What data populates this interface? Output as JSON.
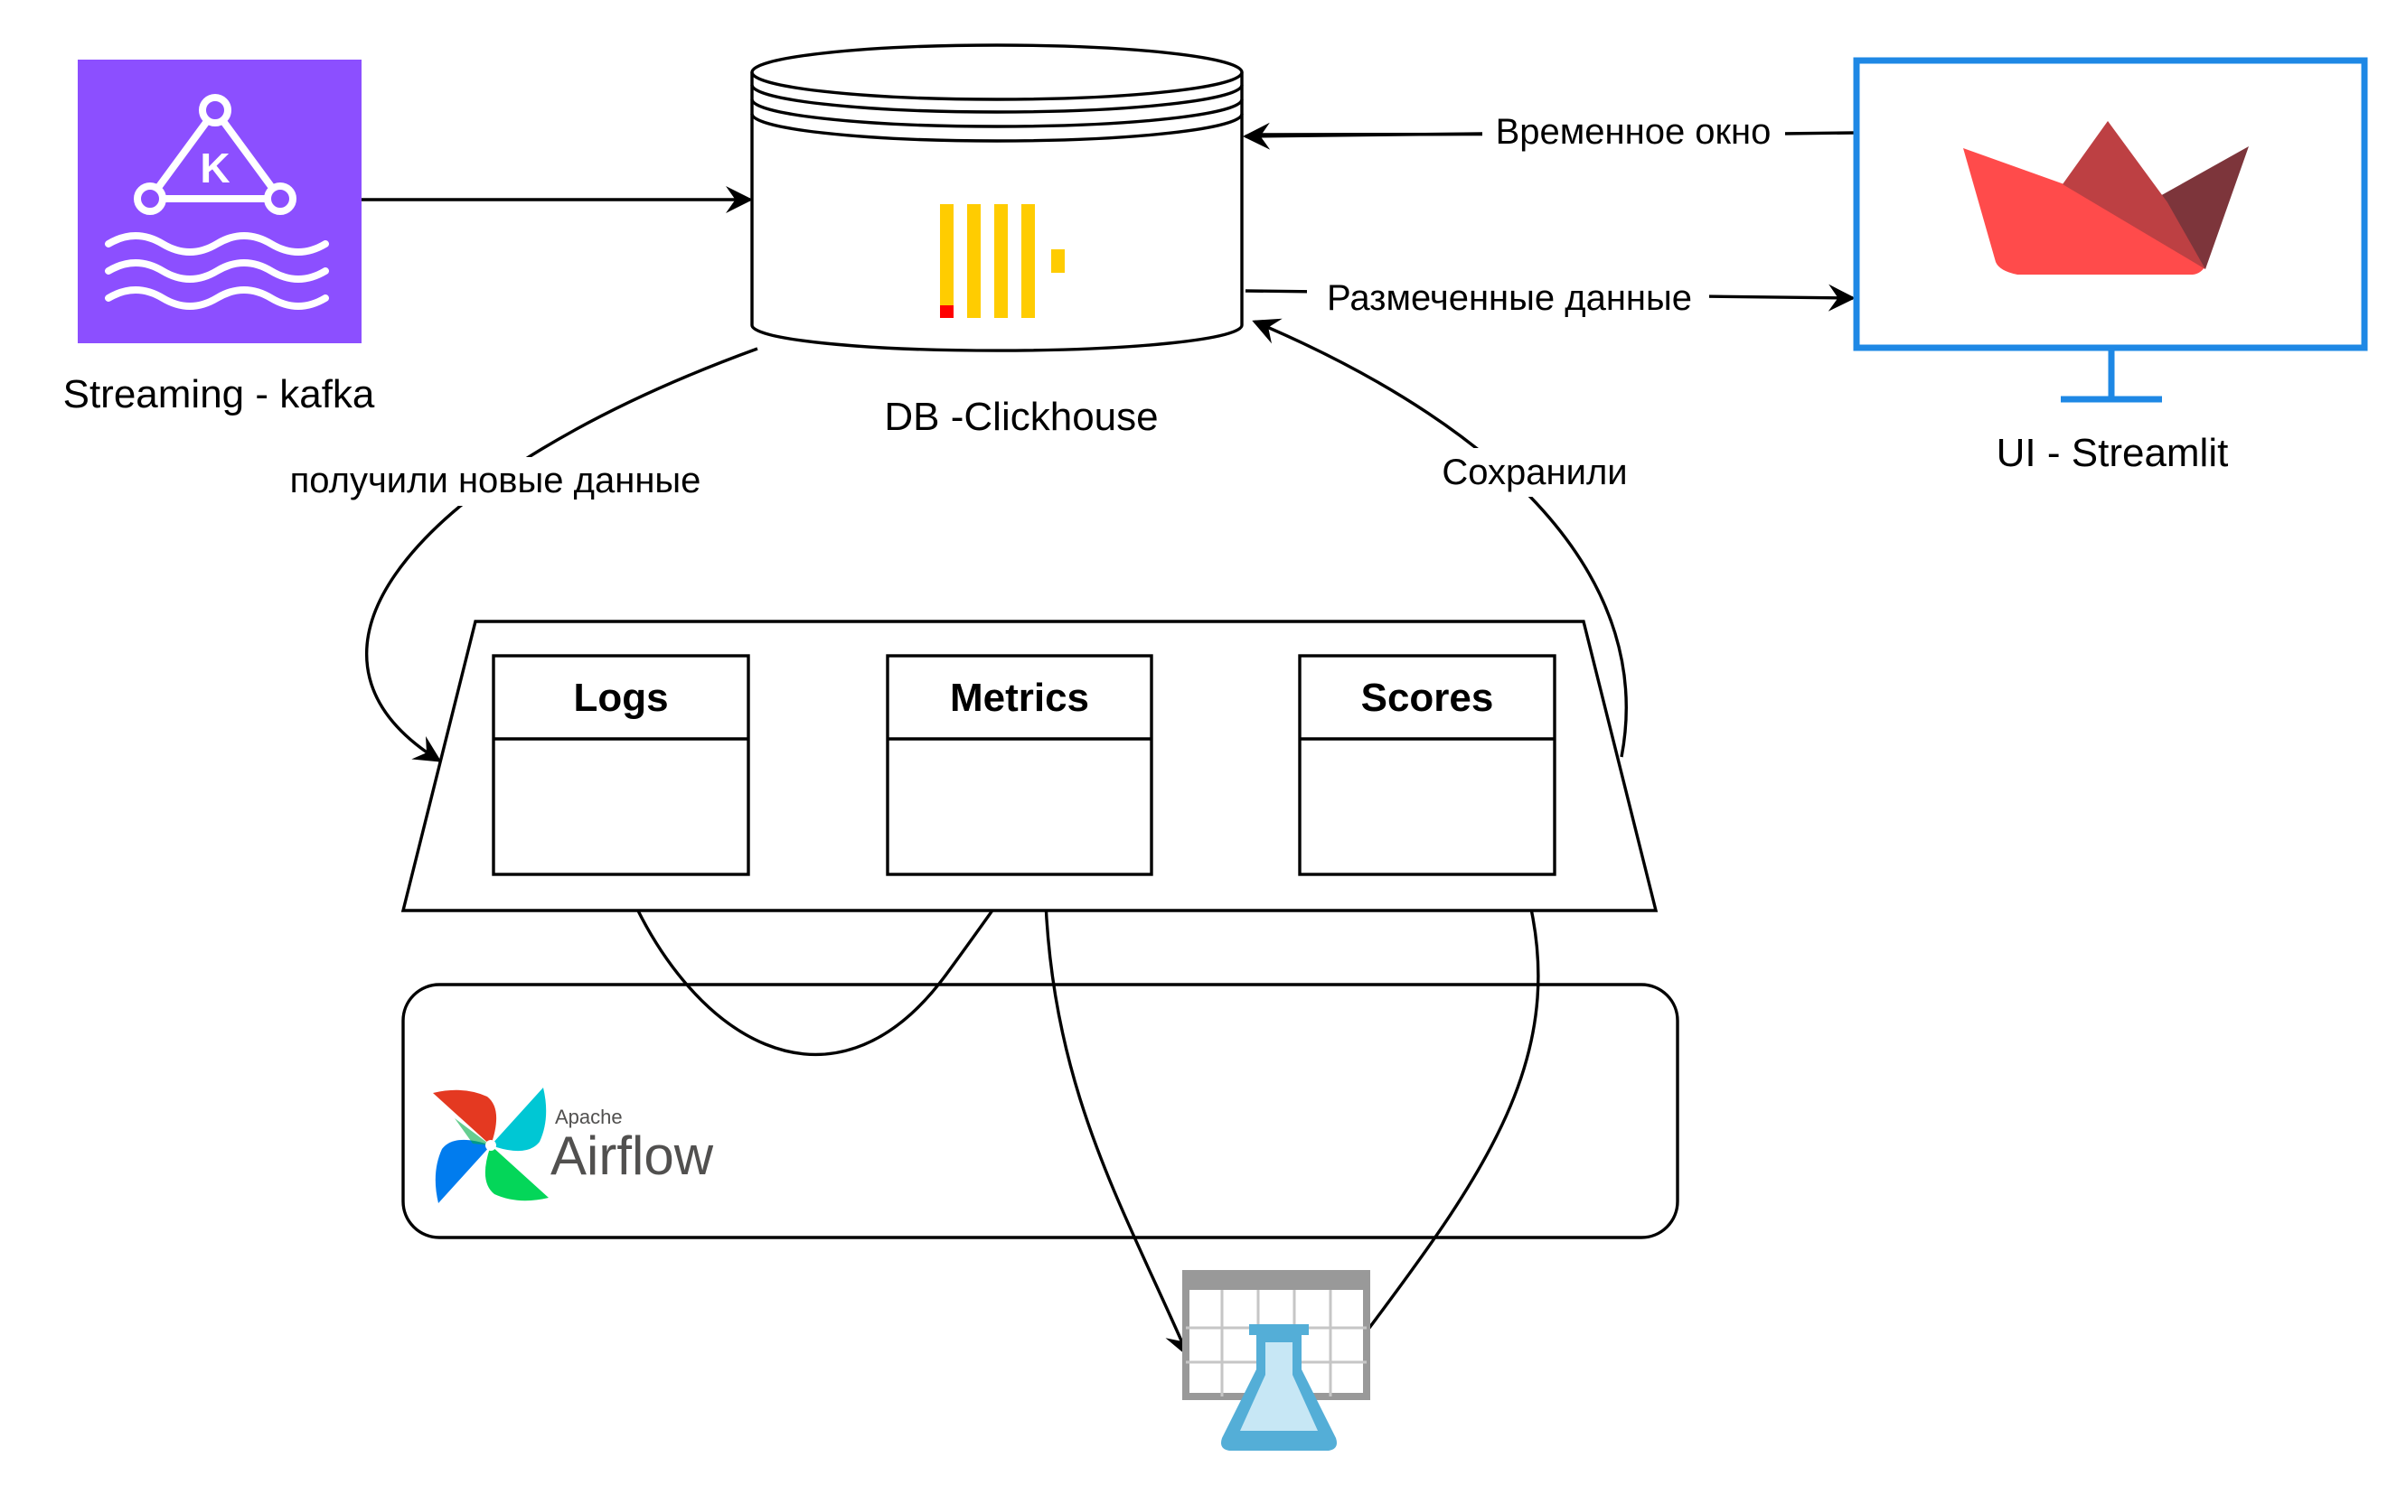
{
  "nodes": {
    "kafka": {
      "label": "Streaming - kafka",
      "icon": "kafka-icon",
      "icon_letter": "K",
      "color": "#8C4FFF"
    },
    "clickhouse": {
      "label": "DB -Clickhouse",
      "icon": "clickhouse-icon",
      "bar_color": "#FFCC01",
      "accent_color": "#FF0000"
    },
    "streamlit": {
      "label": "UI - Streamlit",
      "icon": "streamlit-icon",
      "frame_color": "#1E88E5"
    },
    "workspace": {
      "tables": [
        {
          "id": "logs",
          "title": "Logs"
        },
        {
          "id": "metrics",
          "title": "Metrics"
        },
        {
          "id": "scores",
          "title": "Scores"
        }
      ]
    },
    "airflow": {
      "brand_small": "Apache",
      "brand_large": "Airflow",
      "icon": "airflow-pinwheel-icon"
    },
    "experiment": {
      "icon": "experiment-flask-icon",
      "color": "#54AED7"
    }
  },
  "edges": {
    "time_window": "Временное окно",
    "labeled_data": "Размеченные данные",
    "got_new_data": "получили новые данные",
    "saved": "Сохранили"
  }
}
